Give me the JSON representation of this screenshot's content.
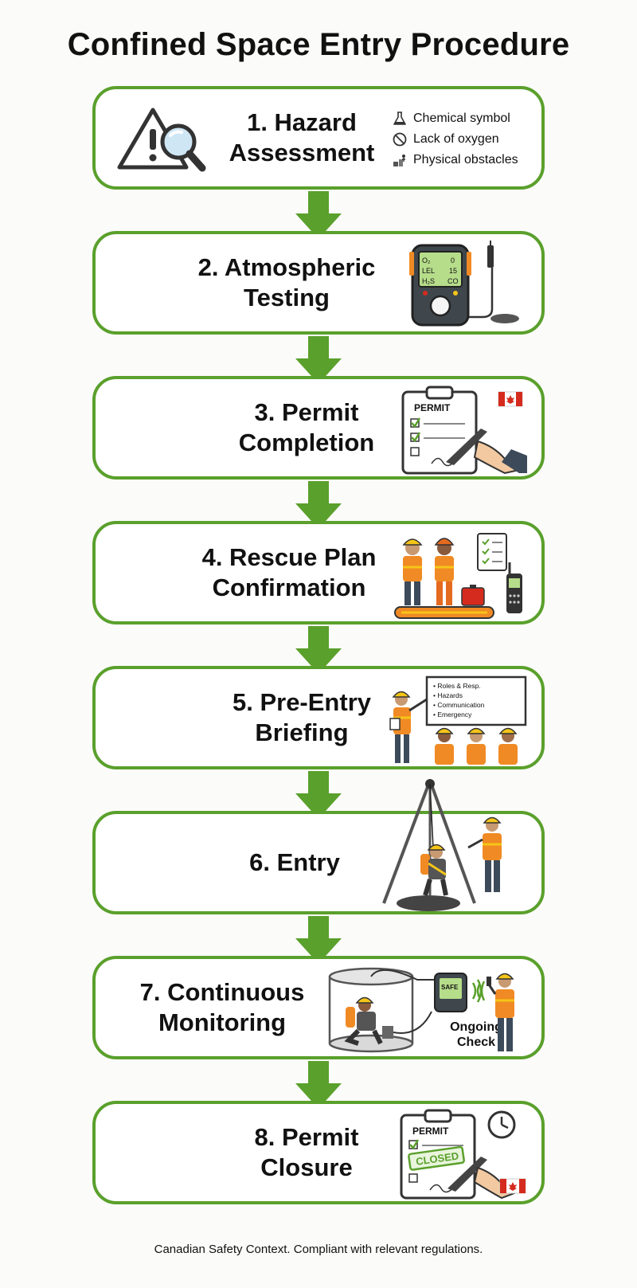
{
  "title": "Confined Space Entry Procedure",
  "steps": [
    {
      "label": "1. Hazard\nAssessment"
    },
    {
      "label": "2. Atmospheric\nTesting"
    },
    {
      "label": "3. Permit\nCompletion"
    },
    {
      "label": "4. Rescue Plan\nConfirmation"
    },
    {
      "label": "5. Pre-Entry\nBriefing"
    },
    {
      "label": "6. Entry"
    },
    {
      "label": "7. Continuous\nMonitoring"
    },
    {
      "label": "8. Permit\nClosure"
    }
  ],
  "hazards": [
    "Chemical symbol",
    "Lack of oxygen",
    "Physical obstacles"
  ],
  "gas_meter": {
    "o2": "O₂",
    "o2_val": "0",
    "lel": "LEL",
    "lel_val": "15",
    "h2s": "H₂S",
    "co": "CO"
  },
  "permit_sheet": "PERMIT",
  "closed_stamp": "CLOSED",
  "briefing_board": [
    "• Roles & Resp.",
    "• Hazards",
    "• Communication",
    "• Emergency"
  ],
  "monitor": {
    "screen": "SAFE",
    "note": "Ongoing\nCheck"
  },
  "footer": "Canadian Safety Context. Compliant with relevant regulations.",
  "colors": {
    "accent": "#5aa02c",
    "hi_vis": "#f08a24",
    "hard_hat": "#f5c518",
    "flag_red": "#d52b1e"
  }
}
